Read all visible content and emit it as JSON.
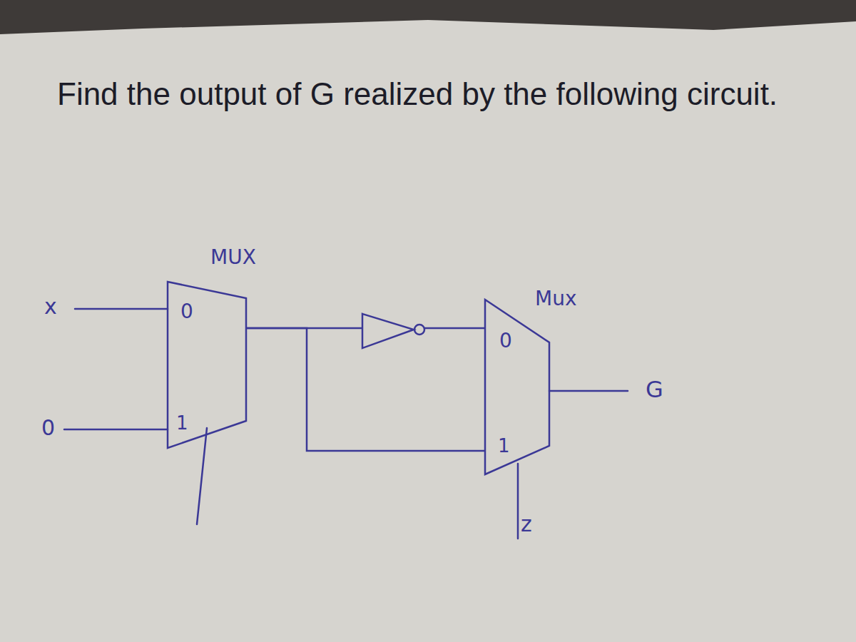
{
  "diagram": {
    "title": "Find the output of G realized by the following circuit.",
    "nodes": [
      {
        "text": [
          "MUX",
          "0",
          "1"
        ]
      },
      {
        "text": [
          "Mux",
          "0",
          "1"
        ]
      }
    ],
    "edges": [
      {
        "from": 0,
        "to": 1,
        "arrow": "none"
      },
      {
        "from": 0,
        "to": 1,
        "arrow": "none"
      }
    ],
    "labels": [
      "x",
      "0",
      "z",
      "G"
    ]
  }
}
